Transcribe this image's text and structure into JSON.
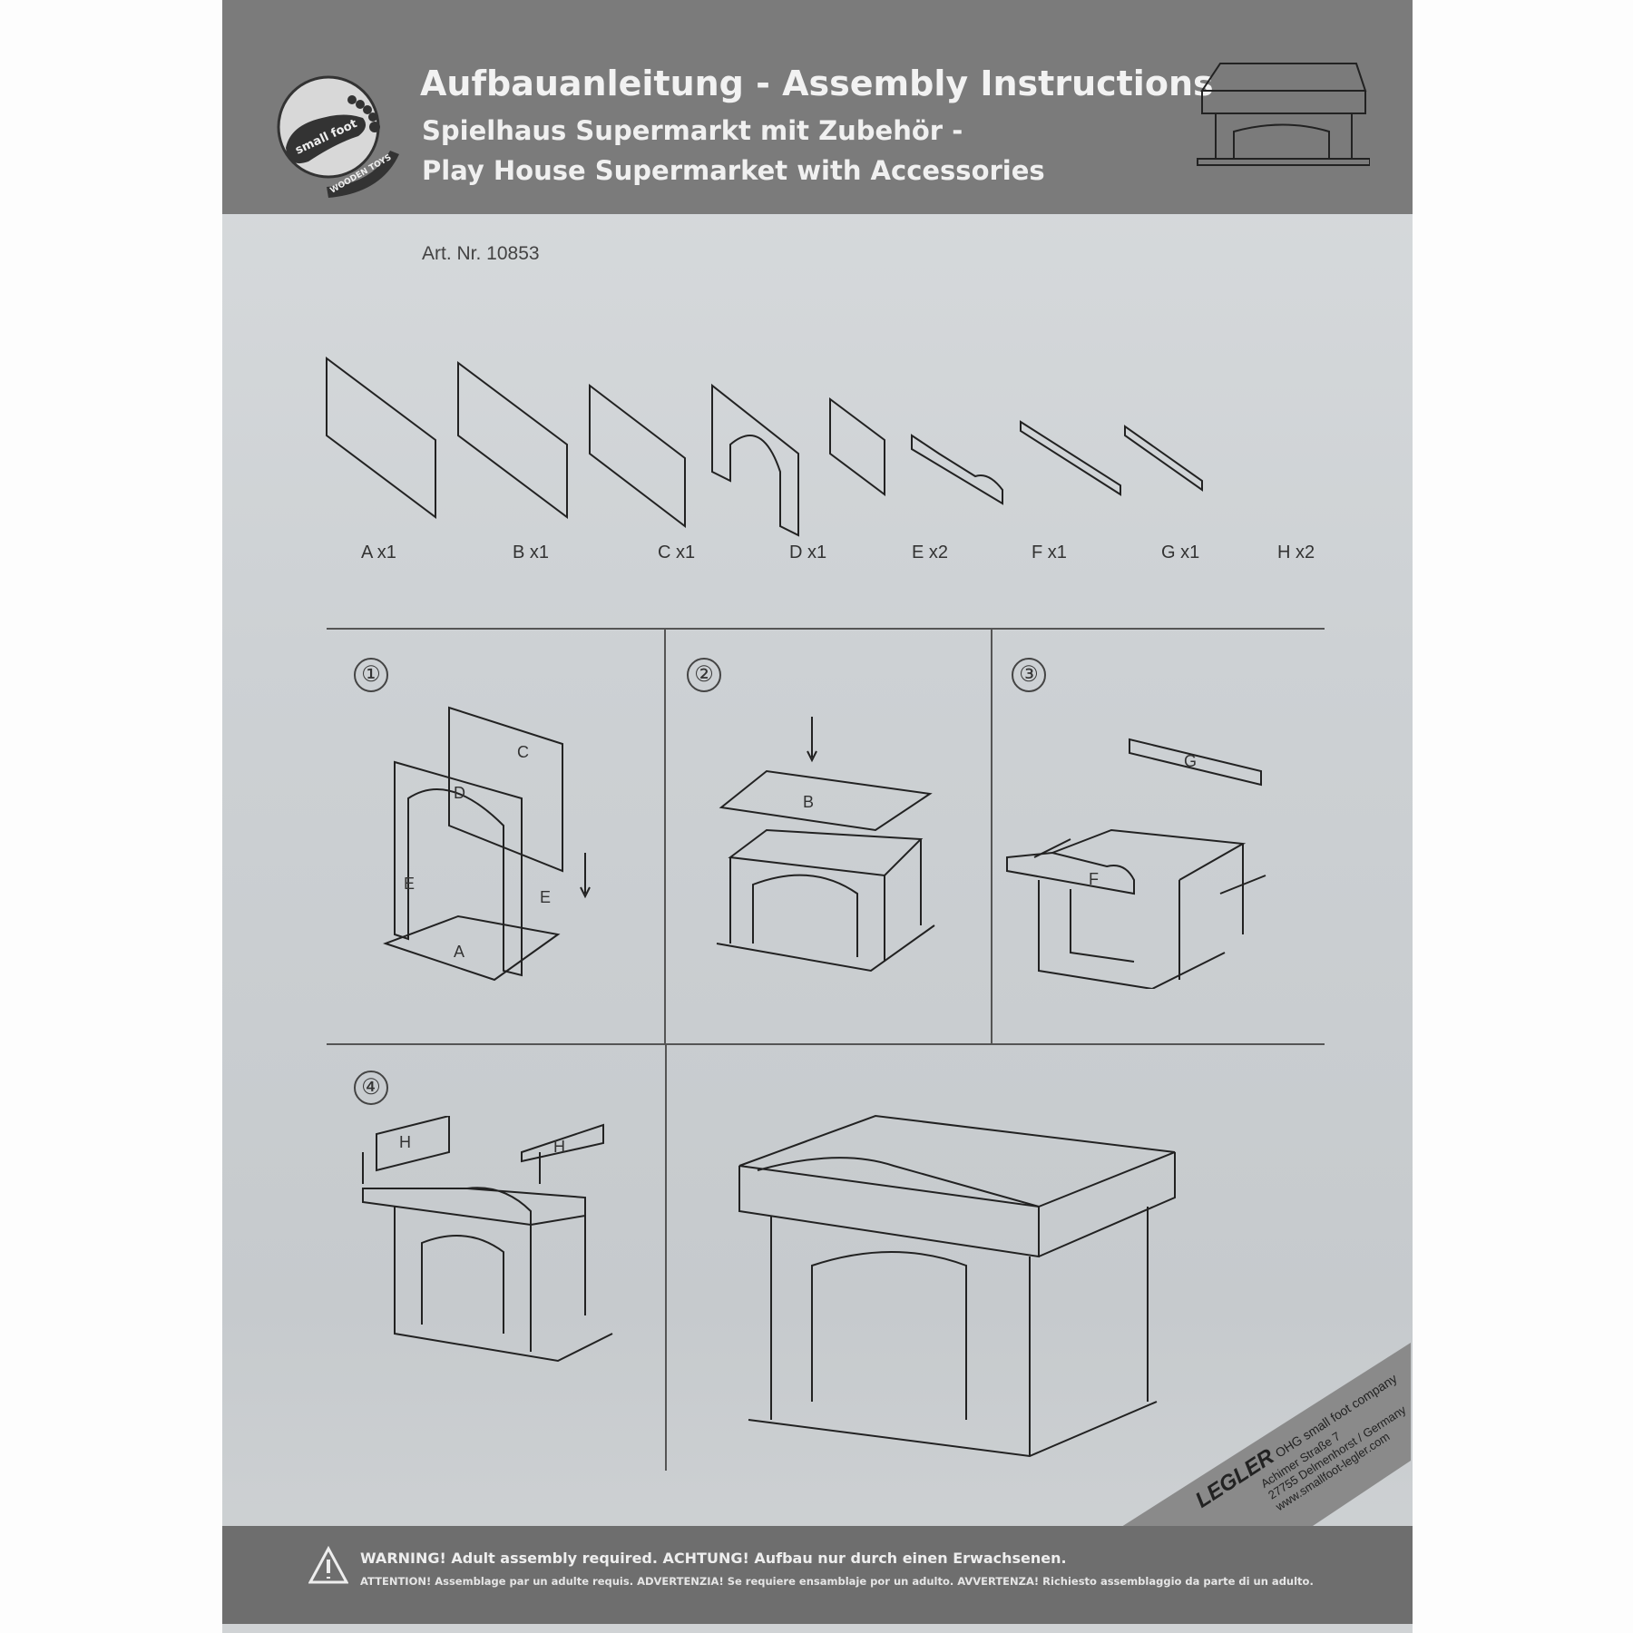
{
  "header": {
    "title": "Aufbauanleitung - Assembly Instructions",
    "subtitle_de": "Spielhaus Supermarkt mit Zubehör -",
    "subtitle_en": "Play House Supermarket with Accessories",
    "logo": {
      "brand": "small foot",
      "tagline": "WOODEN TOYS"
    }
  },
  "article_number": "Art. Nr. 10853",
  "parts": [
    {
      "label": "A x1"
    },
    {
      "label": "B x1"
    },
    {
      "label": "C x1"
    },
    {
      "label": "D x1"
    },
    {
      "label": "E x2"
    },
    {
      "label": "F x1"
    },
    {
      "label": "G x1"
    },
    {
      "label": "H x2"
    }
  ],
  "steps": [
    {
      "number": "①",
      "part_labels": [
        "C",
        "D",
        "E",
        "E",
        "A"
      ]
    },
    {
      "number": "②",
      "part_labels": [
        "B"
      ]
    },
    {
      "number": "③",
      "part_labels": [
        "G",
        "F"
      ]
    },
    {
      "number": "④",
      "part_labels": [
        "H",
        "H"
      ]
    }
  ],
  "footer": {
    "warning_line1": "WARNING! Adult assembly required.   ACHTUNG! Aufbau nur durch einen Erwachsenen.",
    "warning_line2": "ATTENTION! Assemblage par un adulte requis.    ADVERTENZIA! Se requiere ensamblaje por un adulto.    AVVERTENZA! Richiesto assemblaggio da parte di un adulto."
  },
  "company": {
    "name": "LEGLER",
    "suffix": "OHG small foot company",
    "street": "Achimer Straße 7",
    "city": "27755 Delmenhorst / Germany",
    "web": "www.smallfoot-legler.com"
  }
}
